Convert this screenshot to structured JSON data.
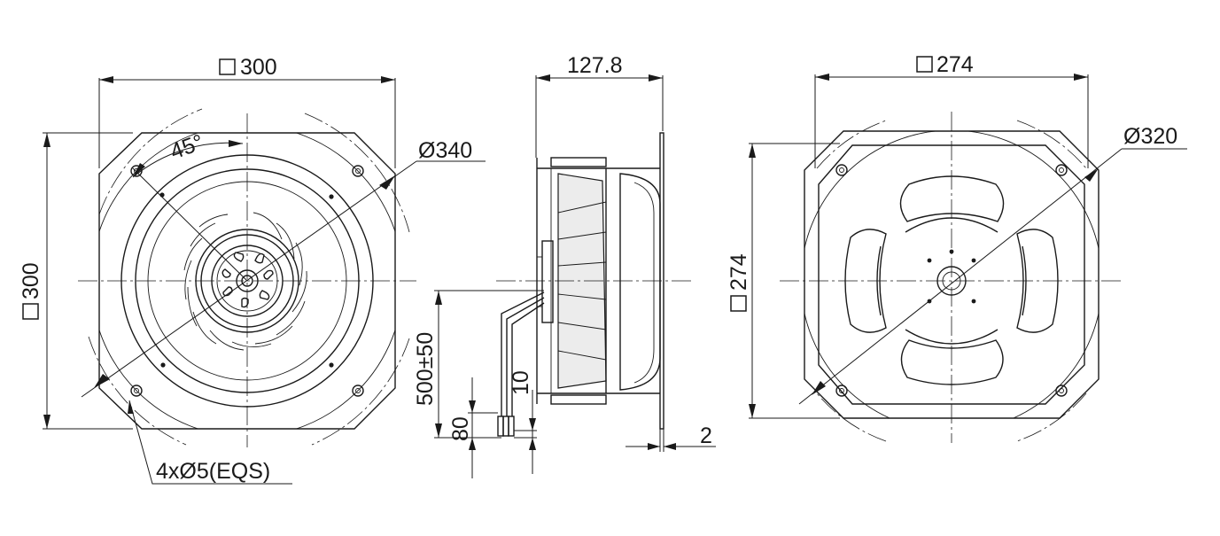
{
  "drawing": {
    "views": [
      "front-view",
      "side-view",
      "rear-view"
    ],
    "dimensions": {
      "front_width": "300",
      "front_height": "300",
      "front_diameter": "Ø340",
      "front_angle": "45°",
      "mounting_holes": "4xØ5(EQS)",
      "side_depth": "127.8",
      "cable_length": "500±50",
      "cable_strip": "10",
      "cable_end": "80",
      "flange_thickness": "2",
      "rear_width": "274",
      "rear_height": "274",
      "rear_diameter": "Ø320"
    },
    "colors": {
      "line": "#1a1a1a",
      "background": "#ffffff",
      "shade": "#ececec"
    }
  }
}
